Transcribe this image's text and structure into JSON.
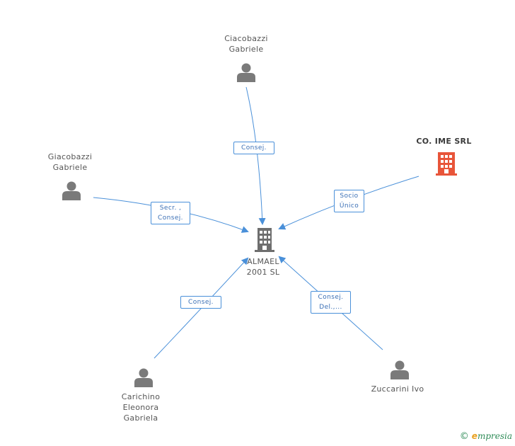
{
  "nodes": {
    "ciacobazzi": {
      "name_line1": "Ciacobazzi",
      "name_line2": "Gabriele"
    },
    "giacobazzi": {
      "name_line1": "Giacobazzi",
      "name_line2": "Gabriele"
    },
    "coime": {
      "name": "CO. IME SRL"
    },
    "almael": {
      "name_line1": "ALMAEL",
      "name_line2": "2001 SL"
    },
    "carichino": {
      "name_line1": "Carichino",
      "name_line2": "Eleonora",
      "name_line3": "Gabriela"
    },
    "zuccarini": {
      "name": "Zuccarini Ivo"
    }
  },
  "edges": {
    "ciacobazzi": {
      "label": "Consej."
    },
    "giacobazzi": {
      "label_line1": "Secr. ,",
      "label_line2": "Consej."
    },
    "coime": {
      "label_line1": "Socio",
      "label_line2": "Único"
    },
    "carichino": {
      "label": "Consej."
    },
    "zuccarini": {
      "label_line1": "Consej.",
      "label_line2": "Del.,..."
    }
  },
  "colors": {
    "edge": "#4a90d9",
    "person_icon": "#7a7a7a",
    "company_main": "#6e6e6e",
    "company_ext": "#e8553a"
  },
  "footer": {
    "copyright": "©",
    "brand_e": "e",
    "brand_rest": "mpresia"
  }
}
